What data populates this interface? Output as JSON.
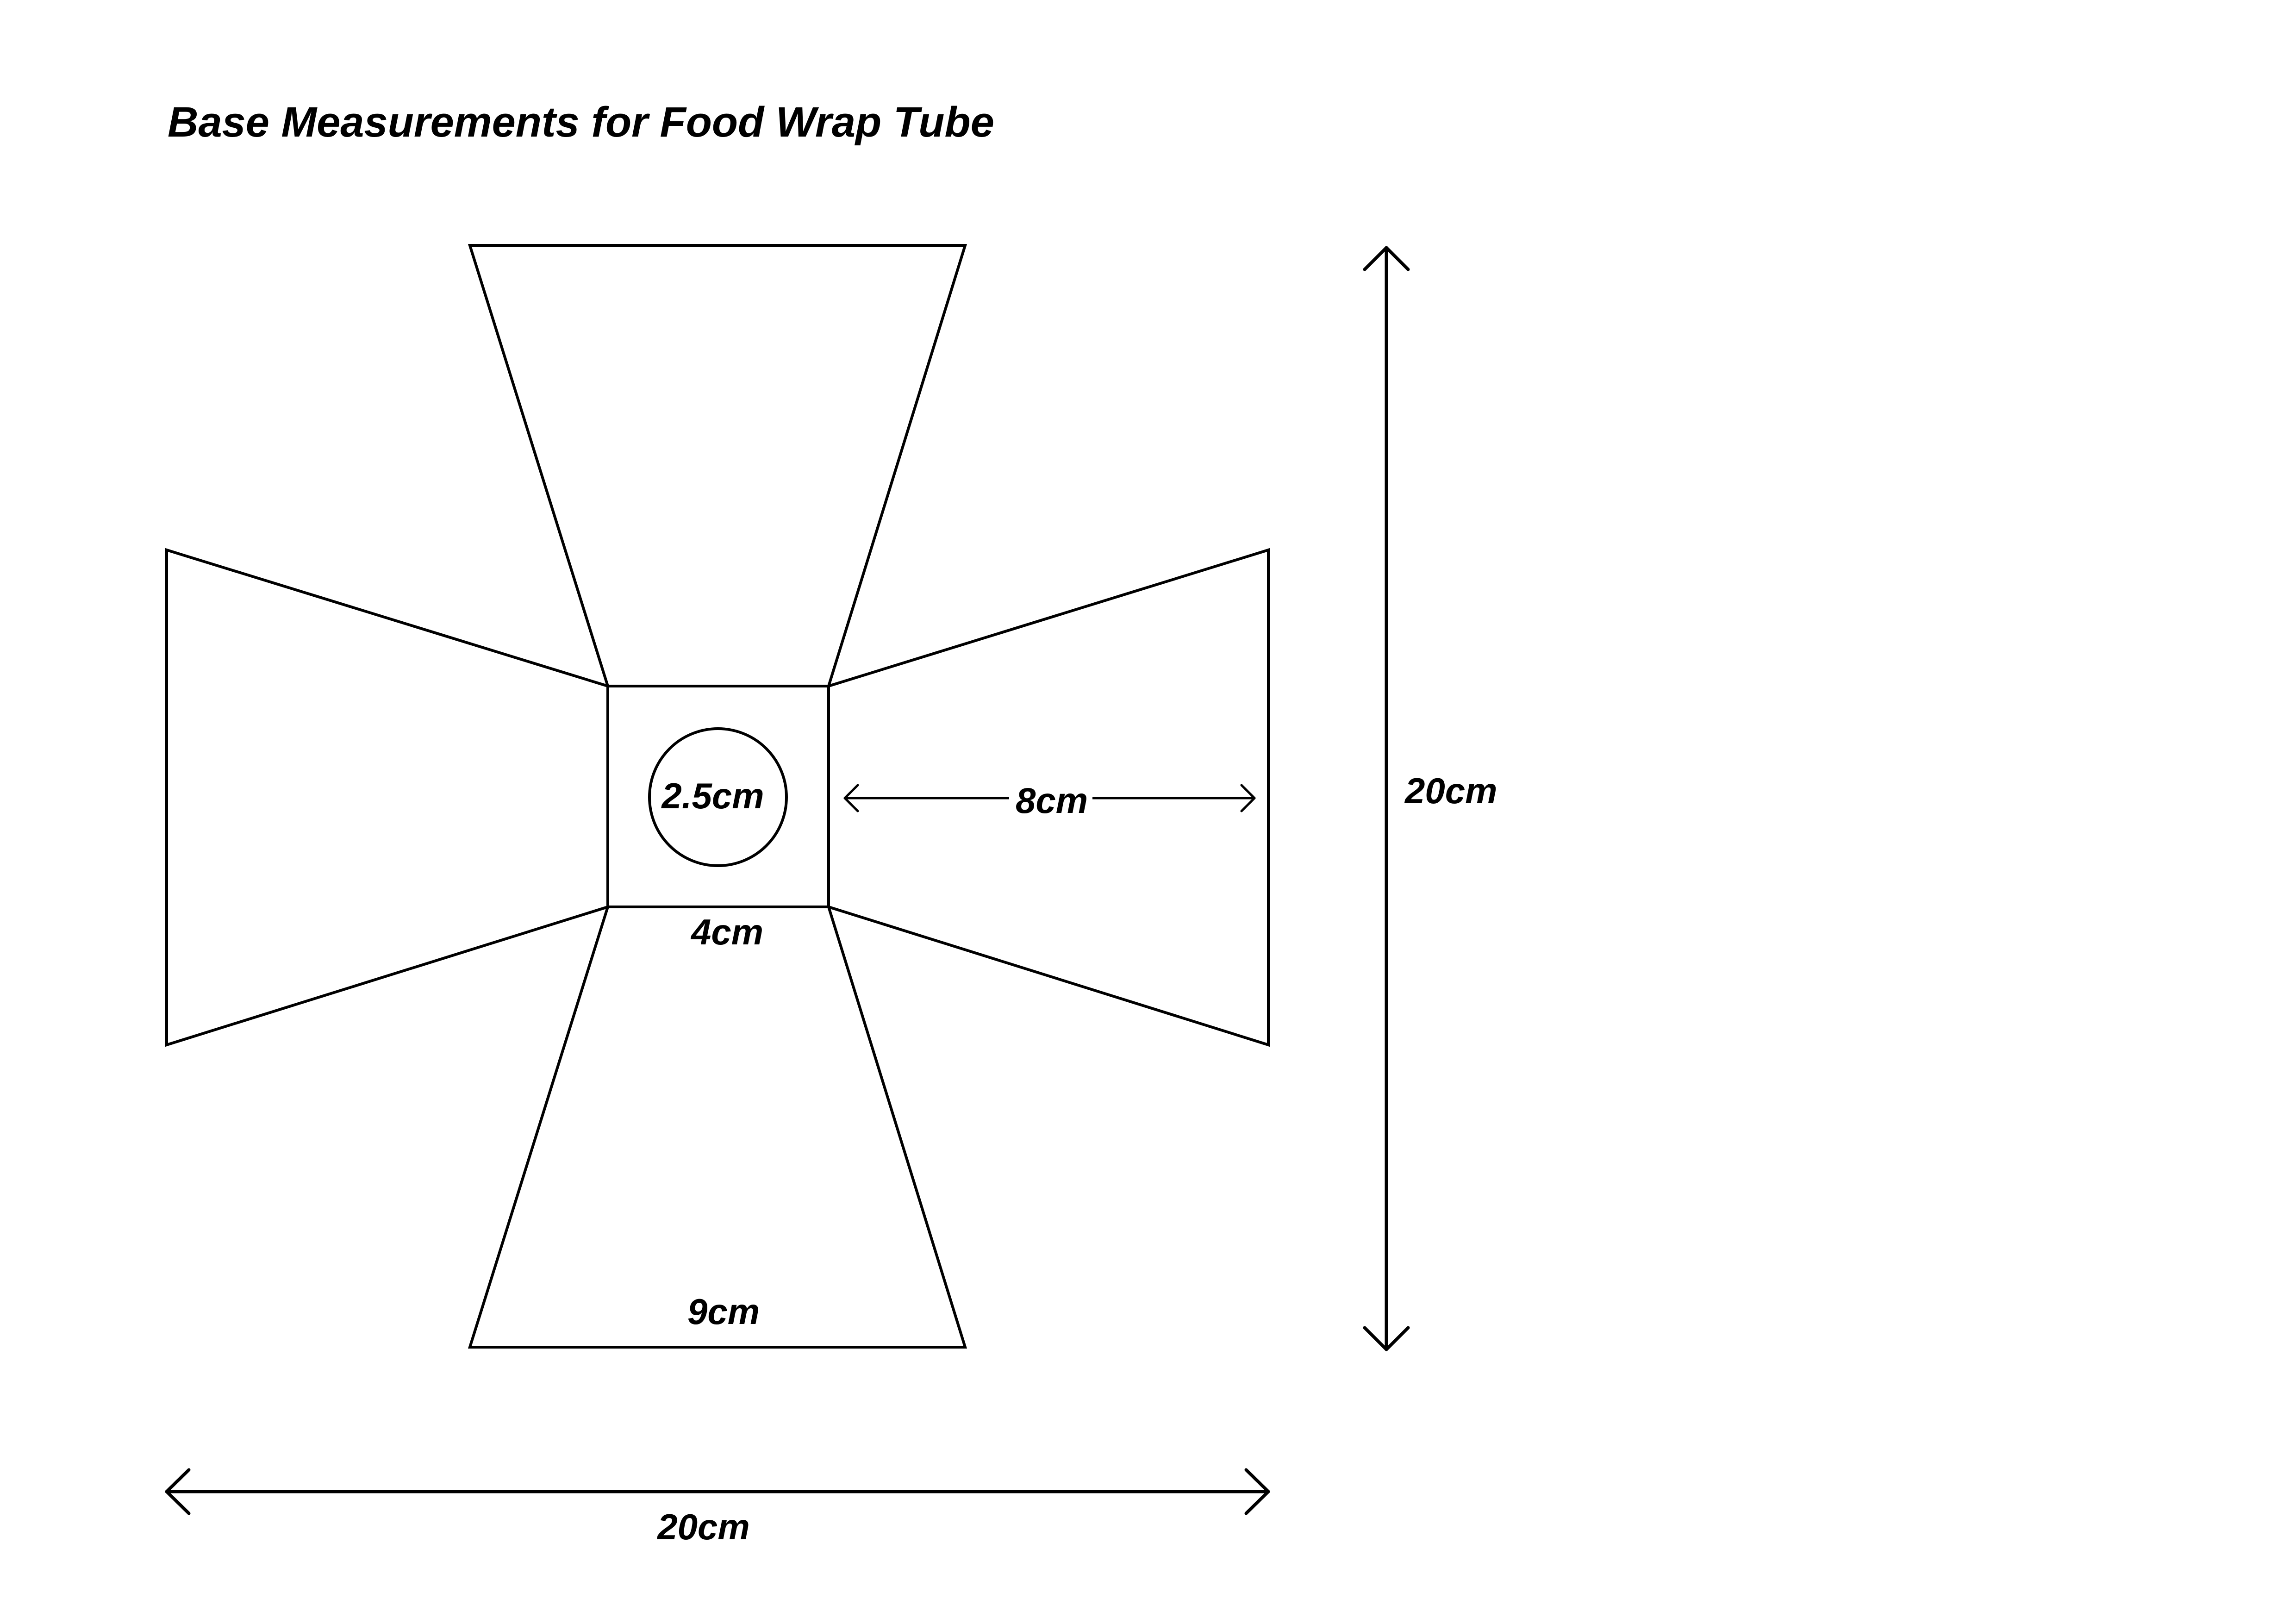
{
  "title": "Base Measurements for Food Wrap Tube",
  "labels": {
    "circle_diameter": "2.5cm",
    "square_side": "4cm",
    "flap_length": "8cm",
    "flap_outer_width": "9cm",
    "total_width": "20cm",
    "total_height": "20cm"
  }
}
